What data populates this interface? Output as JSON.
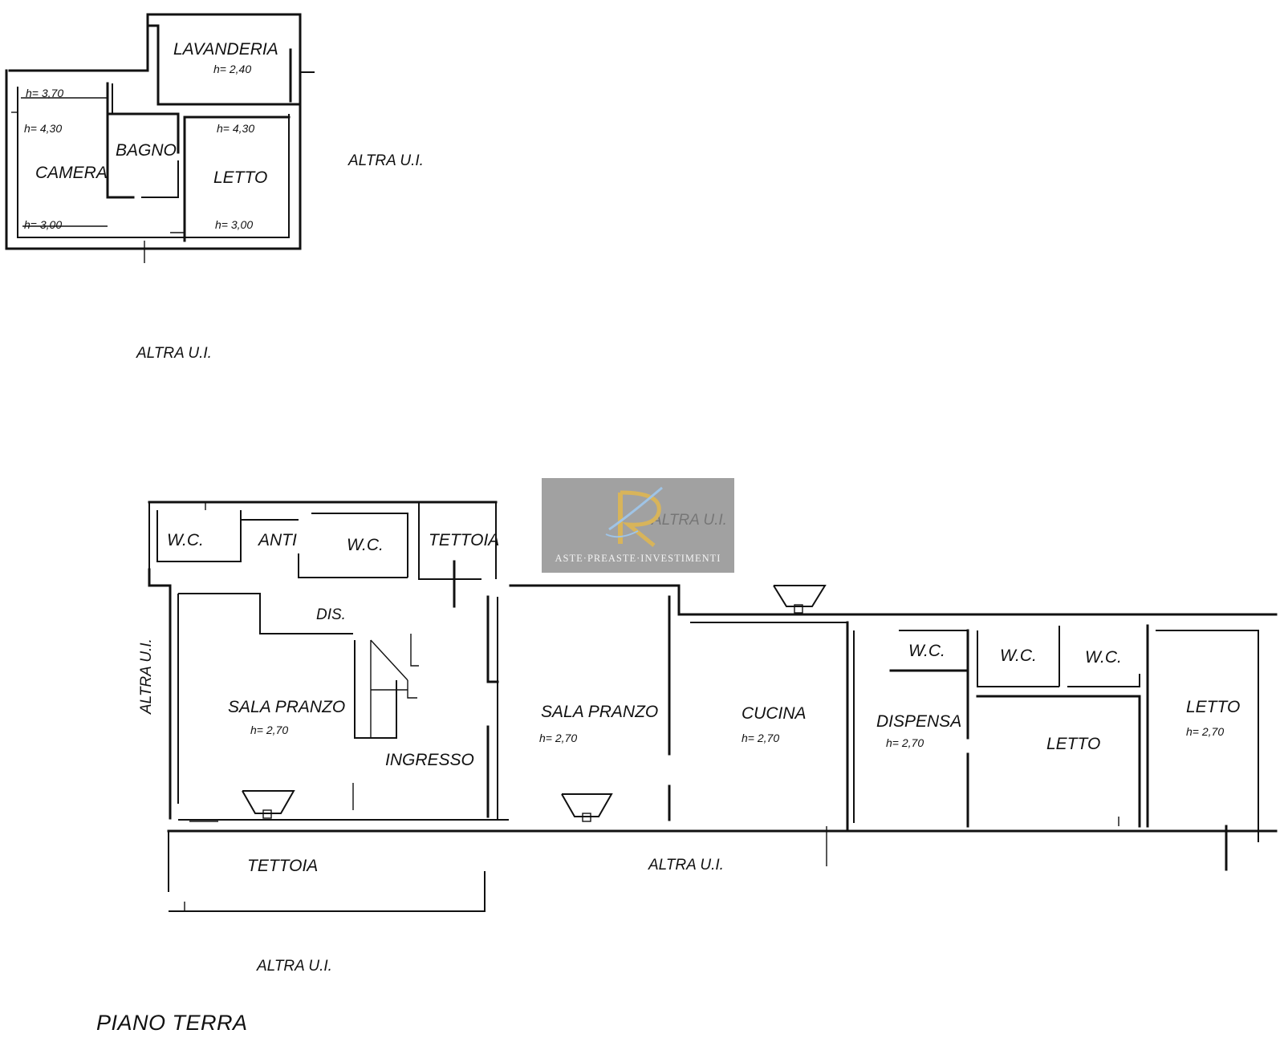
{
  "plan": {
    "title": "PIANO TERRA",
    "other_unit_label": "ALTRA U.I.",
    "upper_block": {
      "rooms": [
        {
          "id": "lavanderia",
          "name": "LAVANDERIA",
          "height": "h= 2,40"
        },
        {
          "id": "camera",
          "name": "CAMERA",
          "heights": [
            "h= 3,70",
            "h= 4,30",
            "h= 3,00"
          ]
        },
        {
          "id": "bagno",
          "name": "BAGNO"
        },
        {
          "id": "letto",
          "name": "LETTO",
          "heights": [
            "h= 4,30",
            "h= 3,00"
          ]
        }
      ]
    },
    "ground_block": {
      "rooms": [
        {
          "id": "wc-1",
          "name": "W.C."
        },
        {
          "id": "anti",
          "name": "ANTI"
        },
        {
          "id": "wc-2",
          "name": "W.C."
        },
        {
          "id": "tettoia-top",
          "name": "TETTOIA"
        },
        {
          "id": "dis",
          "name": "DIS."
        },
        {
          "id": "sala-pranzo-1",
          "name": "SALA PRANZO",
          "height": "h= 2,70"
        },
        {
          "id": "ingresso",
          "name": "INGRESSO"
        },
        {
          "id": "sala-pranzo-2",
          "name": "SALA PRANZO",
          "height": "h= 2,70"
        },
        {
          "id": "cucina",
          "name": "CUCINA",
          "height": "h= 2,70"
        },
        {
          "id": "wc-3",
          "name": "W.C."
        },
        {
          "id": "dispensa",
          "name": "DISPENSA",
          "height": "h= 2,70"
        },
        {
          "id": "wc-4",
          "name": "W.C."
        },
        {
          "id": "wc-5",
          "name": "W.C."
        },
        {
          "id": "letto-1",
          "name": "LETTO"
        },
        {
          "id": "letto-2",
          "name": "LETTO",
          "height": "h= 2,70"
        },
        {
          "id": "tettoia-bottom",
          "name": "TETTOIA"
        }
      ]
    }
  },
  "watermark": {
    "logo_letter": "R",
    "text": "ASTE·PREASTE·INVESTIMENTI",
    "colors": {
      "background": "#8c8c8c",
      "gold": "#d8b45a",
      "blue": "#9fc4e6"
    }
  }
}
